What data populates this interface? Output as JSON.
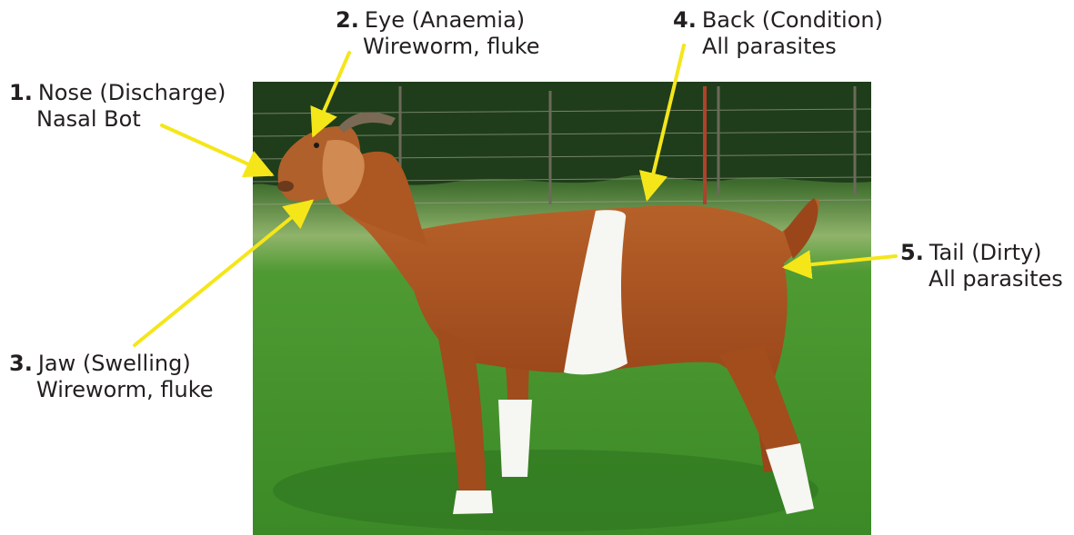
{
  "callouts": [
    {
      "number": "1.",
      "title": "Nose (Discharge)",
      "parasites": "Nasal Bot"
    },
    {
      "number": "2.",
      "title": "Eye (Anaemia)",
      "parasites": "Wireworm, fluke"
    },
    {
      "number": "3.",
      "title": "Jaw (Swelling)",
      "parasites": "Wireworm, fluke"
    },
    {
      "number": "4.",
      "title": "Back (Condition)",
      "parasites": "All parasites"
    },
    {
      "number": "5.",
      "title": "Tail (Dirty)",
      "parasites": "All parasites"
    }
  ],
  "colors": {
    "arrow": "#f5e61a",
    "coat_brown": "#a84f1e",
    "white_patch": "#f6f6f2",
    "grass": "#3f8f2a",
    "trees": "#1f3d1a"
  }
}
